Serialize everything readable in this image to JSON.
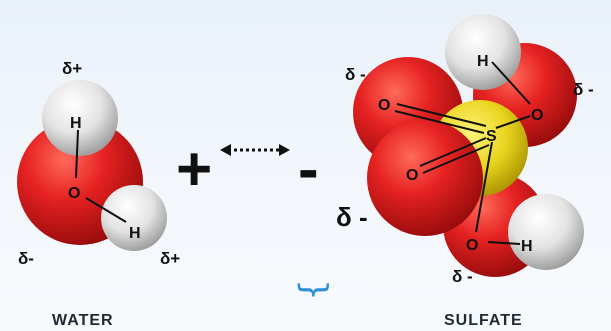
{
  "water": {
    "caption": "WATER",
    "atoms": {
      "top_h": "H",
      "oxygen": "O",
      "bottom_h": "H"
    },
    "charges": {
      "top": "δ+",
      "bottom_left": "δ-",
      "bottom_right": "δ+"
    }
  },
  "interaction": {
    "plus": "+",
    "minus": "-",
    "brace": "}"
  },
  "sulfate": {
    "caption": "SULFATE",
    "atoms": {
      "top_h": "H",
      "top_o": "O",
      "sulfur": "S",
      "left_o_upper": "O",
      "left_o_lower": "O",
      "bottom_o": "O",
      "bottom_h": "H"
    },
    "charges": {
      "top_left": "δ -",
      "top_right": "δ -",
      "mid_left": "δ -",
      "bottom": "δ -"
    }
  },
  "colors": {
    "oxygen": "#d71e1e",
    "hydrogen": "#e6e6e6",
    "sulfur": "#e6d21a",
    "brace": "#2e8fd6",
    "bond": "#111111"
  }
}
